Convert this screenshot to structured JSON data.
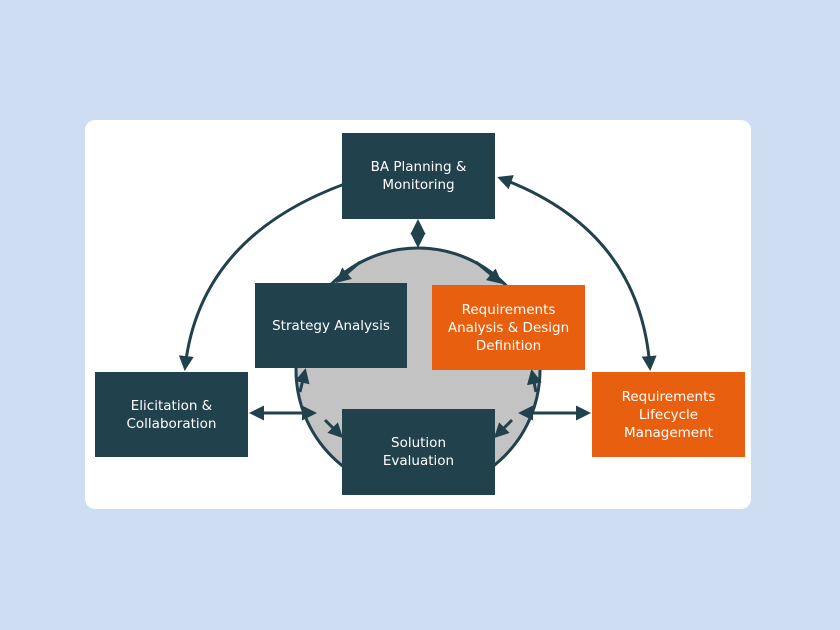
{
  "nodes": {
    "ba_planning": "BA Planning & Monitoring",
    "strategy": "Strategy Analysis",
    "radd": "Requirements Analysis & Design Definition",
    "elicitation": "Elicitation & Collaboration",
    "solution": "Solution Evaluation",
    "rlm": "Requirements Lifecycle Management"
  },
  "colors": {
    "dark": "#21414D",
    "orange": "#E8600F",
    "circle": "#C3C3C3",
    "background": "#CFDDF3"
  }
}
